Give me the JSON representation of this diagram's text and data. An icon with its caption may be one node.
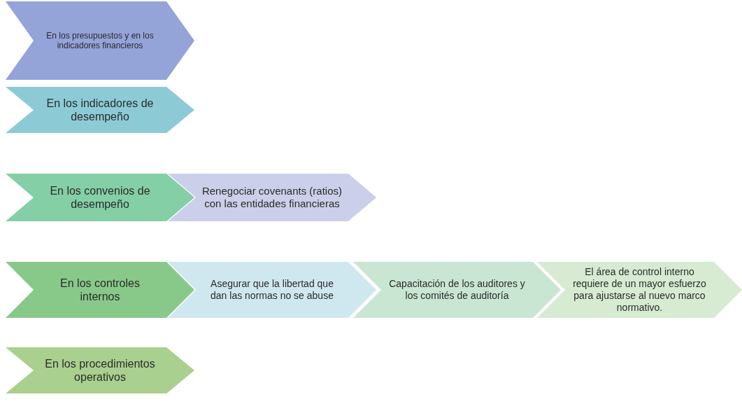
{
  "diagram": {
    "nodes": [
      {
        "text": [
          "En los presupuestos y en los indicadores financieros"
        ]
      },
      {
        "text": [
          "En los indicadores de desempeño"
        ]
      },
      {
        "text": [
          "En los convenios de desempeño"
        ]
      },
      {
        "text": [
          "Renegociar covenants (ratios) con las entidades financieras"
        ]
      },
      {
        "text": [
          "En los controles internos"
        ]
      },
      {
        "text": [
          "Asegurar que la libertad que dan las normas no se abuse"
        ]
      },
      {
        "text": [
          "Capacitación de los auditores y los comités de auditoría"
        ]
      },
      {
        "text": [
          "El área de control interno requiere de un mayor esfuerzo para ajustarse al nuevo marco normativo."
        ]
      },
      {
        "text": [
          "En los procedimientos operativos"
        ]
      }
    ]
  }
}
